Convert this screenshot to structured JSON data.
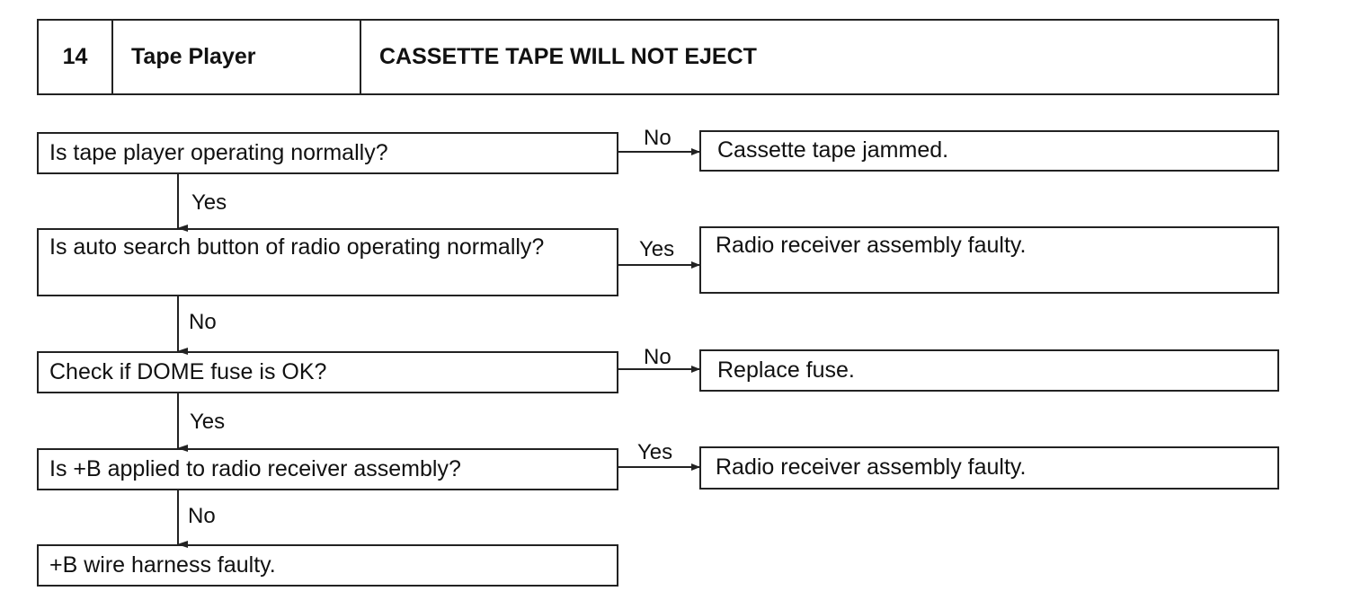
{
  "header": {
    "number": "14",
    "system": "Tape Player",
    "title": "CASSETTE TAPE WILL NOT EJECT"
  },
  "questions": [
    "Is tape player operating normally?",
    "Is auto search button of radio operating normally?",
    "Check if DOME fuse is OK?",
    "Is +B applied to radio receiver assembly?"
  ],
  "side_results": [
    "Cassette tape jammed.",
    "Radio receiver assembly faulty.",
    "Replace fuse.",
    "Radio receiver assembly faulty."
  ],
  "side_labels": [
    "No",
    "Yes",
    "No",
    "Yes"
  ],
  "down_labels": [
    "Yes",
    "No",
    "Yes",
    "No"
  ],
  "final_result": "+B wire harness faulty."
}
